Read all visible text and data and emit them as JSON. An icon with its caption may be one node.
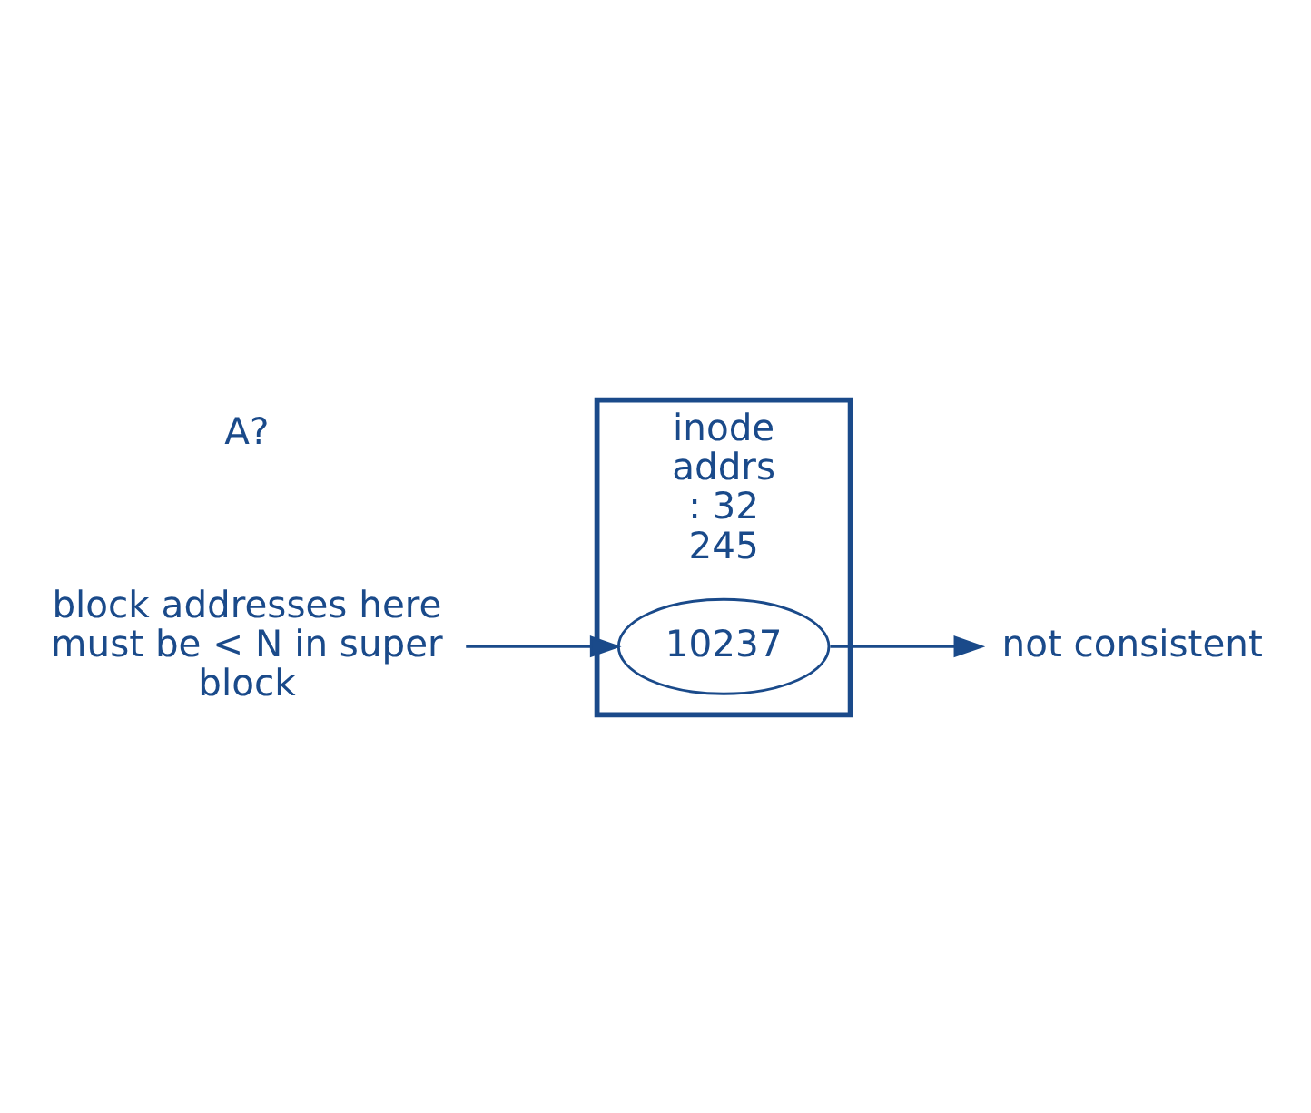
{
  "diagram": {
    "nodes": [
      {
        "text": [
          "inode",
          "addrs",
          ": 32",
          "245"
        ]
      },
      {
        "text": [
          "10237"
        ],
        "in": 0
      },
      {
        "text": [
          "block addresses here must be < N in super block"
        ]
      },
      {
        "text": [
          "not consistent"
        ]
      }
    ],
    "edges": [
      {
        "from": 2,
        "to": 1,
        "arrow": "to"
      },
      {
        "from": 1,
        "to": 3,
        "arrow": "to"
      }
    ],
    "labels": [
      "A?"
    ]
  }
}
